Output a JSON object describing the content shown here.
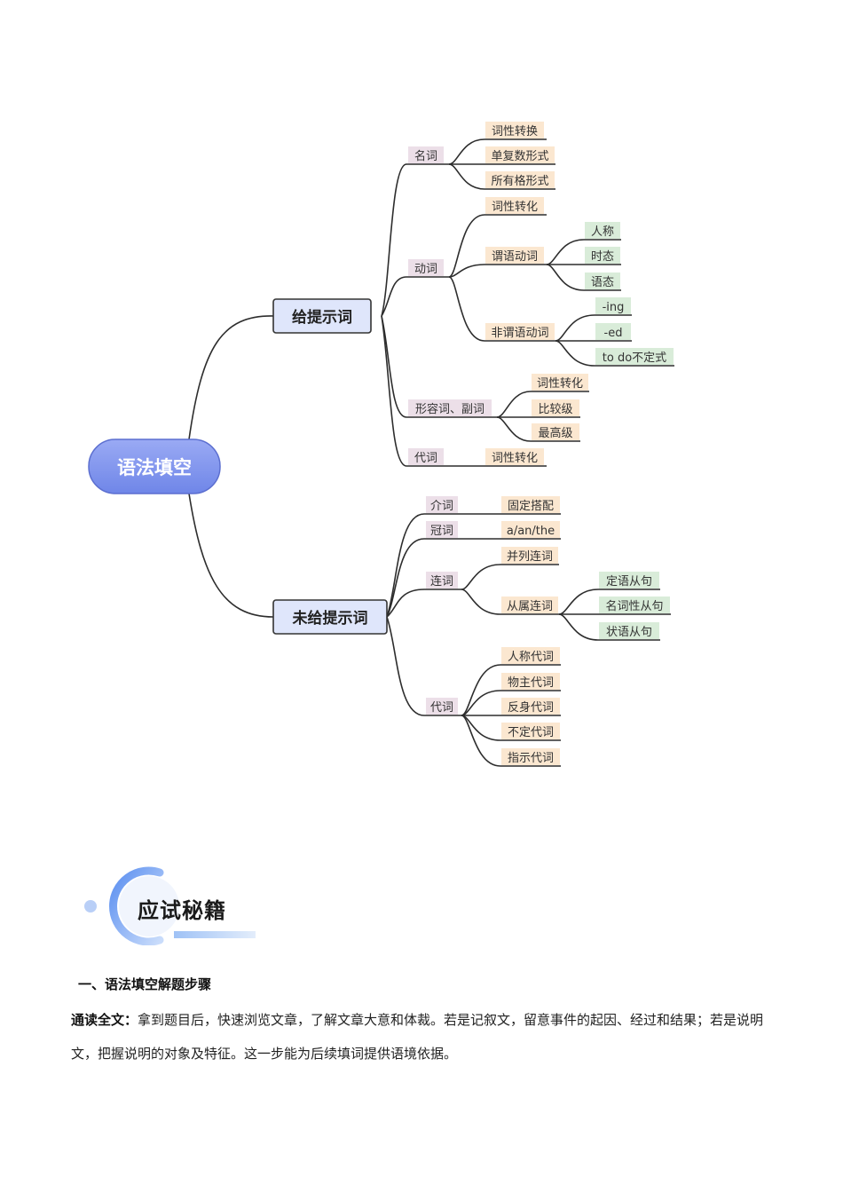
{
  "mindmap": {
    "root": "语法填空",
    "given": {
      "label": "给提示词",
      "noun": {
        "label": "名词",
        "items": [
          "词性转换",
          "单复数形式",
          "所有格形式"
        ]
      },
      "verb": {
        "label": "动词",
        "conversion": "词性转化",
        "predicate": {
          "label": "谓语动词",
          "items": [
            "人称",
            "时态",
            "语态"
          ]
        },
        "nonpredicate": {
          "label": "非谓语动词",
          "items": [
            "-ing",
            "-ed",
            "to do不定式"
          ]
        }
      },
      "adj": {
        "label": "形容词、副词",
        "items": [
          "词性转化",
          "比较级",
          "最高级"
        ]
      },
      "pronoun": {
        "label": "代词",
        "item": "词性转化"
      }
    },
    "notgiven": {
      "label": "未给提示词",
      "prep": {
        "label": "介词",
        "item": "固定搭配"
      },
      "article": {
        "label": "冠词",
        "item": "a/an/the"
      },
      "conj": {
        "label": "连词",
        "coord": "并列连词",
        "sub": {
          "label": "从属连词",
          "items": [
            "定语从句",
            "名词性从句",
            "状语从句"
          ]
        }
      },
      "pronoun": {
        "label": "代词",
        "items": [
          "人称代词",
          "物主代词",
          "反身代词",
          "不定代词",
          "指示代词"
        ]
      }
    }
  },
  "banner": {
    "title": "应试秘籍"
  },
  "section": {
    "heading": "一、语法填空解题步骤",
    "lead": "通读全文：",
    "body": "拿到题目后，快速浏览文章，了解文章大意和体裁。若是记叙文，留意事件的起因、经过和结果；若是说明文，把握说明的对象及特征。这一步能为后续填词提供语境依据。"
  },
  "colors": {
    "root_fill": "#7f96ef",
    "branch_fill": "#dfe6fb",
    "level1_fill": "#ecdfe8",
    "level2_fill": "#fbe7d0",
    "level3_fill": "#d9ecd9",
    "line": "#2d2d2d"
  }
}
